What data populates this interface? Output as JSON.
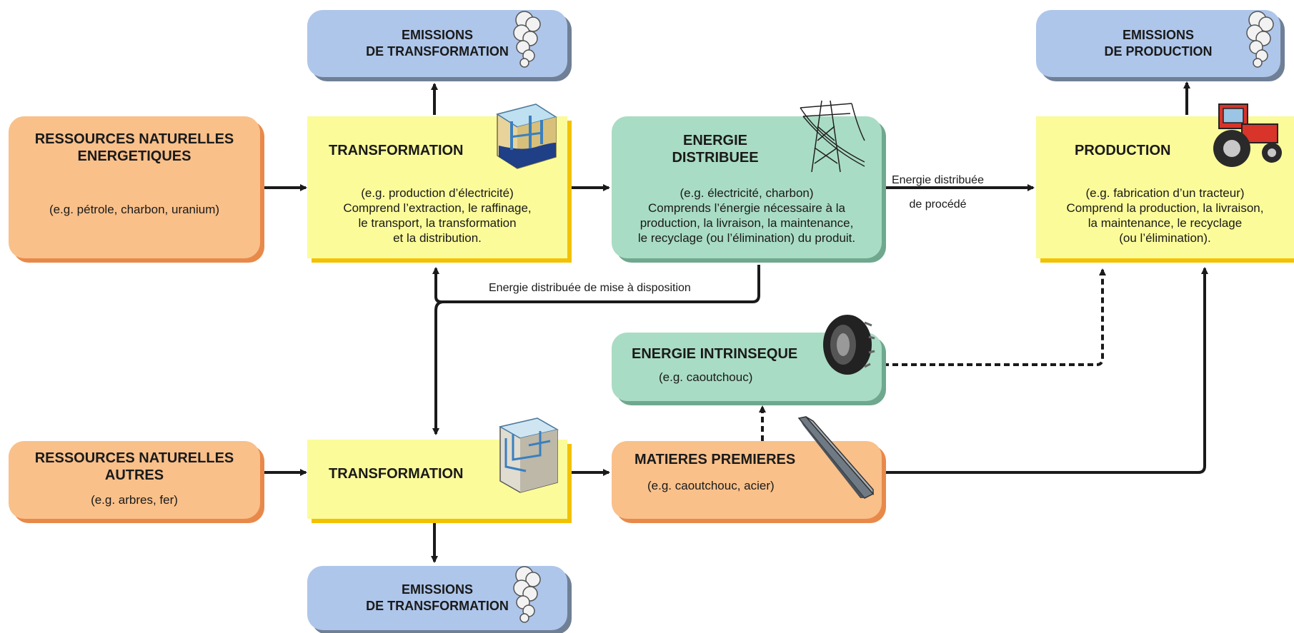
{
  "colors": {
    "orange": "#f9c08a",
    "yellow": "#fbfb9a",
    "green": "#a9dcc4",
    "blue": "#aec6ea",
    "arrow": "#1a1a1a"
  },
  "resources_energy": {
    "title": "RESSOURCES NATURELLES\nENERGETIQUES",
    "example": "(e.g. pétrole, charbon, uranium)"
  },
  "resources_other": {
    "title": "RESSOURCES NATURELLES\nAUTRES",
    "example": "(e.g. arbres, fer)"
  },
  "transformation_top": {
    "title": "TRANSFORMATION",
    "desc": "(e.g. production d’électricité)\nComprend l’extraction, le raffinage,\nle transport, la transformation\net la distribution.",
    "icon": "mine-icon"
  },
  "transformation_bottom": {
    "title": "TRANSFORMATION",
    "icon": "mine-icon"
  },
  "emissions_top": {
    "title": "EMISSIONS\nDE TRANSFORMATION",
    "icon": "smoke-icon"
  },
  "emissions_bottom": {
    "title": "EMISSIONS\nDE TRANSFORMATION",
    "icon": "smoke-icon"
  },
  "emissions_production": {
    "title": "EMISSIONS\nDE PRODUCTION",
    "icon": "smoke-icon"
  },
  "energie_distribuee": {
    "title": "ENERGIE\nDISTRIBUEE",
    "desc": "(e.g. électricité, charbon)\nComprends l’énergie nécessaire à la\nproduction, la livraison, la maintenance,\nle recyclage (ou l’élimination) du produit.",
    "icon": "power-pylon-icon"
  },
  "production": {
    "title": "PRODUCTION",
    "desc": "(e.g. fabrication d’un tracteur)\nComprend la production, la livraison,\nla maintenance, le recyclage\n(ou l’élimination).",
    "icon": "tractor-icon"
  },
  "energie_intrinseque": {
    "title": "ENERGIE INTRINSEQUE",
    "example": "(e.g. caoutchouc)",
    "icon": "tire-icon"
  },
  "matieres_premieres": {
    "title": "MATIERES PREMIERES",
    "example": "(e.g. caoutchouc, acier)",
    "icon": "steel-beam-icon"
  },
  "flow_labels": {
    "procede": "Energie distribuée\nde procédé",
    "mise_a_disposition": "Energie distribuée de mise à disposition"
  }
}
